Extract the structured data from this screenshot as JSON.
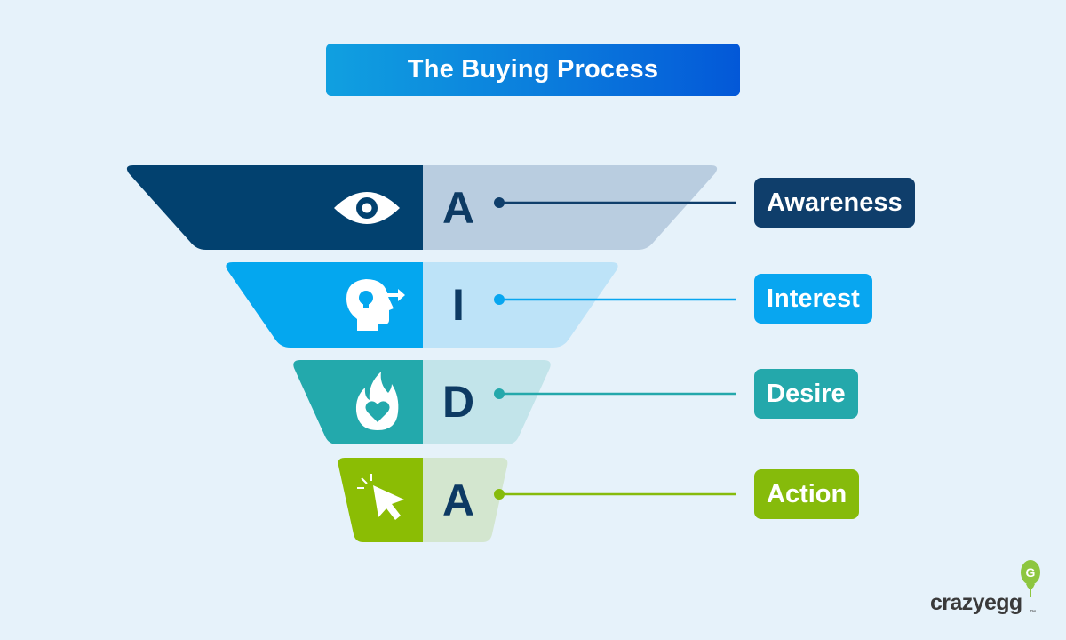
{
  "title": "The Buying Process",
  "stages": [
    {
      "letter": "A",
      "label": "Awareness",
      "icon": "eye-icon",
      "color": "#02416f",
      "light_color": "#b9cde0",
      "label_color": "#0f3e6b"
    },
    {
      "letter": "I",
      "label": "Interest",
      "icon": "head-lightbulb-icon",
      "color": "#04a7ef",
      "light_color": "#bde3f8",
      "label_color": "#08a6f0"
    },
    {
      "letter": "D",
      "label": "Desire",
      "icon": "flame-heart-icon",
      "color": "#23a9ac",
      "light_color": "#c2e4ea",
      "label_color": "#24a8ab"
    },
    {
      "letter": "A",
      "label": "Action",
      "icon": "cursor-click-icon",
      "color": "#8bbd04",
      "light_color": "#d3e6cf",
      "label_color": "#86bb0b"
    }
  ],
  "brand": {
    "name": "crazyegg",
    "trademark": "™",
    "accent": "#8dc63f"
  }
}
